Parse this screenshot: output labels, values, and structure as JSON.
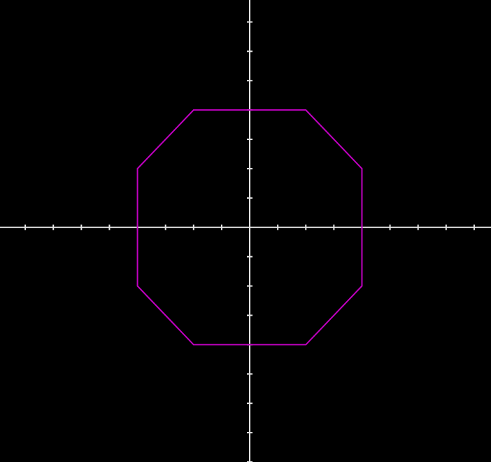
{
  "diagram": {
    "background_color": "#000000",
    "axis_color": "#e6e6e6",
    "shape_color": "#c000c0",
    "grid": false,
    "x_range": [
      -8.9,
      8.6
    ],
    "y_range": [
      -8,
      7.75
    ],
    "tick_step": 1,
    "x_ticks": [
      -8,
      -7,
      -6,
      -5,
      -4,
      -3,
      -2,
      -1,
      1,
      2,
      3,
      4,
      5,
      6,
      7,
      8
    ],
    "y_ticks": [
      -8,
      -7,
      -6,
      -5,
      -4,
      -3,
      -2,
      -1,
      1,
      2,
      3,
      4,
      5,
      6,
      7
    ],
    "octagon": {
      "name": "octagon",
      "vertices": [
        [
          -2,
          4
        ],
        [
          2,
          4
        ],
        [
          4,
          2
        ],
        [
          4,
          -2
        ],
        [
          2,
          -4
        ],
        [
          -2,
          -4
        ],
        [
          -4,
          -2
        ],
        [
          -4,
          2
        ]
      ]
    }
  }
}
